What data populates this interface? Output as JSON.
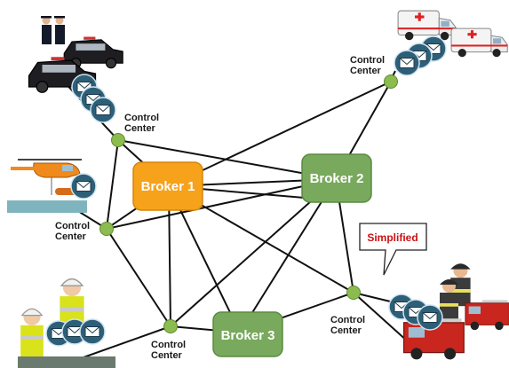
{
  "brokers": {
    "b1": {
      "label": "Broker 1",
      "color": "#f7a21b"
    },
    "b2": {
      "label": "Broker 2",
      "color": "#79a95d"
    },
    "b3": {
      "label": "Broker 3",
      "color": "#79a95d"
    }
  },
  "control_centers": {
    "top_left": {
      "line1": "Control",
      "line2": "Center"
    },
    "top_right": {
      "line1": "Control",
      "line2": "Center"
    },
    "left": {
      "line1": "Control",
      "line2": "Center"
    },
    "bottom_left": {
      "line1": "Control",
      "line2": "Center"
    },
    "bottom_right": {
      "line1": "Control",
      "line2": "Center"
    }
  },
  "callout": {
    "label": "Simplified"
  },
  "colors": {
    "node": "#8cbc4f",
    "line": "#111111",
    "message_bubble": "#2d5f78",
    "callout_text": "#cc1111"
  },
  "icons": [
    "police-car-icon",
    "ambulance-icon",
    "helicopter-icon",
    "worker-icon",
    "fire-truck-icon",
    "firefighter-icon",
    "envelope-icon"
  ]
}
